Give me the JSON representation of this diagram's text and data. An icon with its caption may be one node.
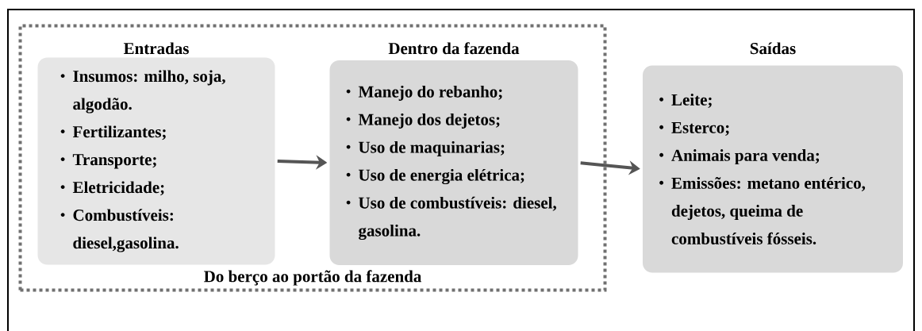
{
  "diagram": {
    "nodes": [
      {
        "text": [
          "Do berço ao portão da fazenda"
        ]
      },
      {
        "text": [
          "Entradas",
          "Insumos: milho, soja, algodão.",
          "Fertilizantes;",
          "Transporte;",
          "Eletricidade;",
          "Combustíveis: diesel,gasolina."
        ],
        "in": 0
      },
      {
        "text": [
          "Dentro da fazenda",
          "Manejo do rebanho;",
          "Manejo dos dejetos;",
          "Uso de maquinarias;",
          "Uso de energia elétrica;",
          "Uso de combustíveis: diesel, gasolina."
        ],
        "in": 0
      },
      {
        "text": [
          "Saídas",
          "Leite;",
          "Esterco;",
          "Animais para venda;",
          "Emissões: metano entérico, dejetos, queima de combustíveis fósseis."
        ]
      }
    ],
    "edges": [
      {
        "from": 1,
        "to": 2,
        "arrow": "to"
      },
      {
        "from": 2,
        "to": 3,
        "arrow": "to"
      }
    ]
  }
}
